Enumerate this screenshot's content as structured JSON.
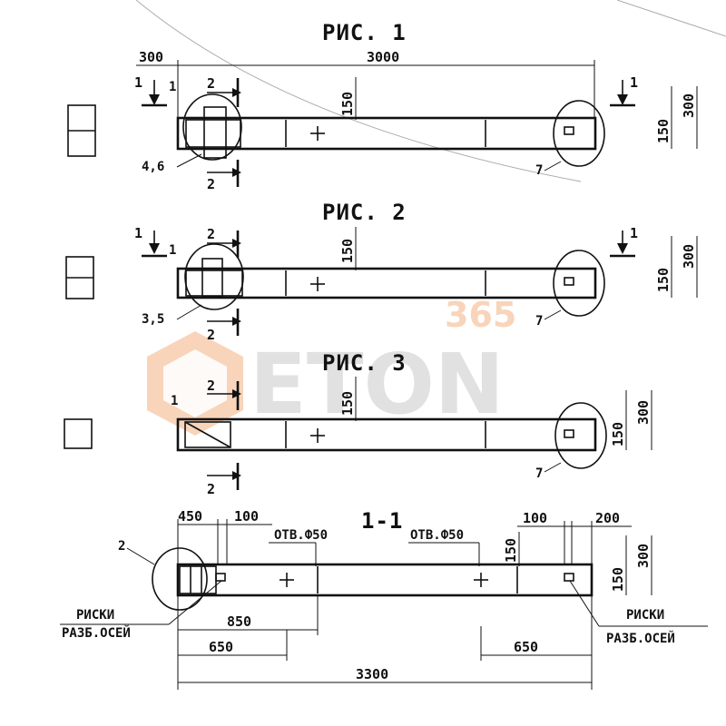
{
  "titles": {
    "fig1": "РИС. 1",
    "fig2": "РИС. 2",
    "fig3": "РИС. 3",
    "section": "1-1"
  },
  "fig1": {
    "dim_left": "300",
    "dim_length": "3000",
    "dim_150_top": "150",
    "dim_150_right": "150",
    "dim_300_right": "300",
    "cut_mark_1": "1",
    "cut_mark_2": "2",
    "callout_1": "1",
    "callout_4_6": "4,6",
    "callout_7": "7"
  },
  "fig2": {
    "dim_150_top": "150",
    "dim_150_right": "150",
    "dim_300_right": "300",
    "cut_mark_1": "1",
    "cut_mark_2": "2",
    "callout_1": "1",
    "callout_3_5": "3,5",
    "callout_7": "7"
  },
  "fig3": {
    "dim_150_top": "150",
    "dim_150_right": "150",
    "dim_300_right": "300",
    "cut_mark_2": "2",
    "callout_1": "1",
    "callout_7": "7"
  },
  "section": {
    "dim_450": "450",
    "dim_100_left": "100",
    "hole_left": "ОТВ.Ф50",
    "hole_right": "ОТВ.Ф50",
    "dim_100_right": "100",
    "dim_200": "200",
    "dim_150_vert": "150",
    "dim_150_right": "150",
    "dim_300_right": "300",
    "callout_2": "2",
    "marks_left_1": "РИСКИ",
    "marks_left_2": "РАЗБ.ОСЕЙ",
    "marks_right_1": "РИСКИ",
    "marks_right_2": "РАЗБ.ОСЕЙ",
    "dim_850": "850",
    "dim_650_left": "650",
    "dim_650_right": "650",
    "dim_3300": "3300"
  },
  "watermark": {
    "number": "365",
    "brand": "ETON",
    "colors": {
      "orange": "#f4b183",
      "gray": "#c9c9c9"
    }
  }
}
